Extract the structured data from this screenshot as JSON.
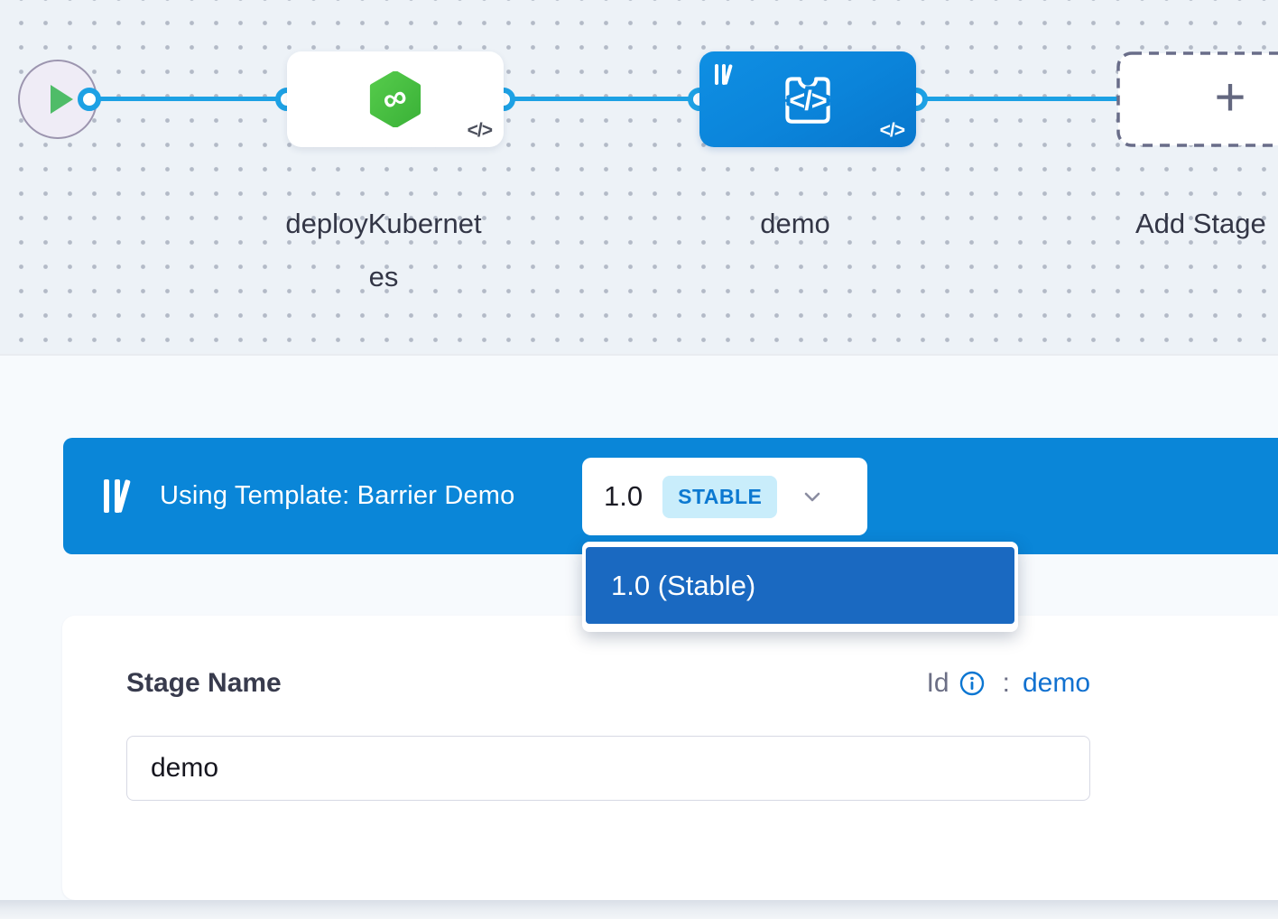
{
  "canvas": {
    "nodes": [
      {
        "id": "deployKubernetes",
        "label": "deployKubernetes",
        "type": "kubernetes-deploy-stage"
      },
      {
        "id": "demo",
        "label": "demo",
        "type": "custom-stage-from-template",
        "selected": true
      },
      {
        "id": "add-stage",
        "label": "Add Stage",
        "type": "add-stage-placeholder"
      }
    ]
  },
  "icons": {
    "code_badge": "</>",
    "add_plus": "+",
    "cd_infinity": "∞",
    "template_library": "library-bars",
    "chevron": "chevron-down",
    "info": "info-circle",
    "play": "play-triangle"
  },
  "template_banner": {
    "text": "Using Template: Barrier Demo",
    "version_selector": {
      "version": "1.0",
      "badge": "STABLE"
    }
  },
  "version_dropdown": {
    "items": [
      {
        "label": "1.0 (Stable)",
        "selected": true
      }
    ]
  },
  "stage_form": {
    "name_label": "Stage Name",
    "id_label": "Id",
    "id_separator": ":",
    "id_value": "demo",
    "name_value": "demo"
  },
  "colors": {
    "banner_blue": "#0a86d8",
    "node_blue": "#0b84da",
    "edge_blue": "#1da1e4",
    "dropdown_item_blue": "#1a69c1",
    "stable_badge_bg": "#c9edfb",
    "stable_badge_text": "#0c79d1",
    "cd_green": "#49c23f",
    "play_green": "#4fbc68",
    "link_blue": "#1171d0",
    "canvas_bg": "#edf2f7"
  }
}
